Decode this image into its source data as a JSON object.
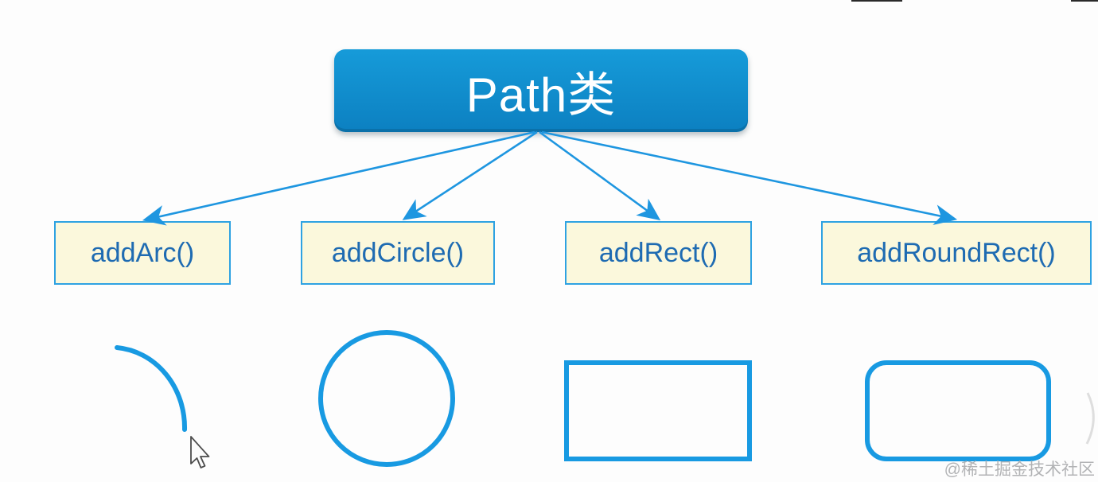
{
  "diagram": {
    "root": {
      "label": "Path类"
    },
    "methods": [
      {
        "label": "addArc()",
        "shape": "arc"
      },
      {
        "label": "addCircle()",
        "shape": "circle"
      },
      {
        "label": "addRect()",
        "shape": "rectangle"
      },
      {
        "label": "addRoundRect()",
        "shape": "rounded-rectangle"
      }
    ]
  },
  "watermark": {
    "text": "@稀土掘金技术社区"
  },
  "colors": {
    "root_fill_top": "#169bd9",
    "root_fill_bottom": "#0c80c1",
    "root_text": "#ffffff",
    "arrow": "#1e96e0",
    "method_box_fill": "#fbf8dc",
    "method_box_border": "#2ea2e2",
    "method_text": "#1e6bb2",
    "shape_stroke": "#189ae2",
    "watermark_text": "#b2b3b5"
  }
}
